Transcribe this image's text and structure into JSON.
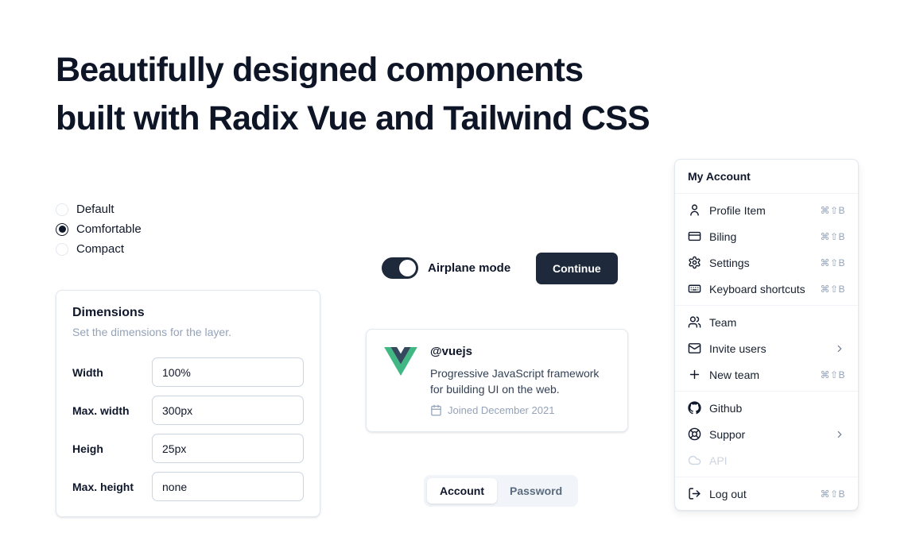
{
  "heading": {
    "line1": "Beautifully designed components",
    "line2": "built with Radix Vue and Tailwind CSS"
  },
  "radio_group": {
    "options": [
      {
        "label": "Default",
        "selected": false
      },
      {
        "label": "Comfortable",
        "selected": true
      },
      {
        "label": "Compact",
        "selected": false
      }
    ]
  },
  "dimensions_card": {
    "title": "Dimensions",
    "subtitle": "Set the dimensions for the layer.",
    "fields": [
      {
        "label": "Width",
        "value": "100%"
      },
      {
        "label": "Max. width",
        "value": "300px"
      },
      {
        "label": "Heigh",
        "value": "25px"
      },
      {
        "label": "Max. height",
        "value": "none"
      }
    ]
  },
  "airplane_mode": {
    "label": "Airplane mode",
    "enabled": true
  },
  "continue_button": {
    "label": "Continue"
  },
  "profile_card": {
    "handle": "@vuejs",
    "description": "Progressive JavaScript framework for building UI on the web.",
    "joined": "Joined December 2021",
    "logo_icon": "vue-logo-icon",
    "joined_icon": "calendar-icon",
    "logo_colors": {
      "outer": "#41B883",
      "inner": "#35495E"
    }
  },
  "tabs": [
    {
      "label": "Account",
      "active": true
    },
    {
      "label": "Password",
      "active": false
    }
  ],
  "menu": {
    "title": "My Account",
    "groups": [
      {
        "items": [
          {
            "label": "Profile Item",
            "icon": "user-icon",
            "shortcut": "⌘⇧B"
          },
          {
            "label": "Biling",
            "icon": "credit-card-icon",
            "shortcut": "⌘⇧B"
          },
          {
            "label": "Settings",
            "icon": "gear-icon",
            "shortcut": "⌘⇧B"
          },
          {
            "label": "Keyboard shortcuts",
            "icon": "keyboard-icon",
            "shortcut": "⌘⇧B"
          }
        ]
      },
      {
        "items": [
          {
            "label": "Team",
            "icon": "users-icon"
          },
          {
            "label": "Invite users",
            "icon": "mail-icon",
            "submenu": true
          },
          {
            "label": "New team",
            "icon": "plus-icon",
            "shortcut": "⌘⇧B"
          }
        ]
      },
      {
        "items": [
          {
            "label": "Github",
            "icon": "github-icon"
          },
          {
            "label": "Suppor",
            "icon": "lifebuoy-icon",
            "submenu": true
          },
          {
            "label": "API",
            "icon": "cloud-icon",
            "disabled": true
          }
        ]
      },
      {
        "items": [
          {
            "label": "Log out",
            "icon": "logout-icon",
            "shortcut": "⌘⇧B"
          }
        ]
      }
    ]
  },
  "colors": {
    "accent_dark": "#1e293b",
    "border": "#e2e8f0",
    "muted_text": "#94a3b8",
    "text": "#0f172a",
    "tabs_background": "#f1f5f9"
  }
}
